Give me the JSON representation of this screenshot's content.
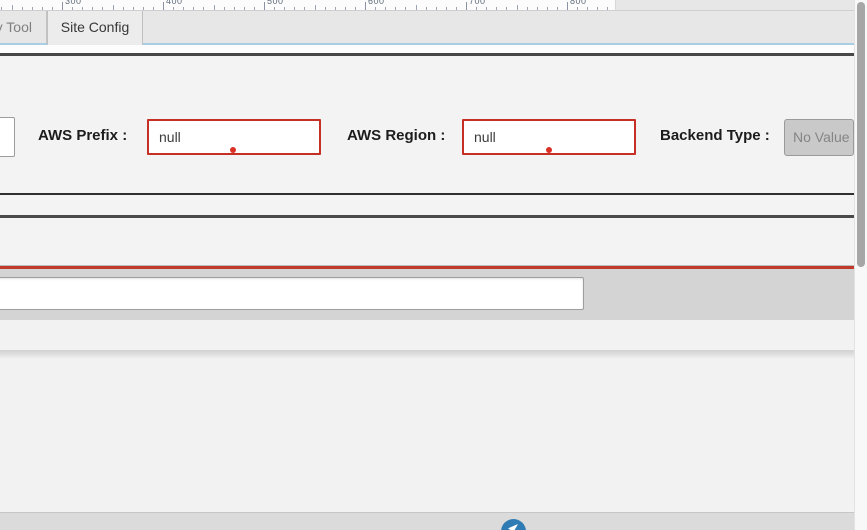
{
  "ruler": {
    "labels": [
      "300",
      "400",
      "500",
      "600",
      "700",
      "800"
    ]
  },
  "tabs": [
    {
      "label": "y Tool",
      "active": false
    },
    {
      "label": "Site Config",
      "active": true
    }
  ],
  "form": {
    "aws_prefix": {
      "label": "AWS Prefix :",
      "value": "null"
    },
    "aws_region": {
      "label": "AWS Region :",
      "value": "null"
    },
    "backend_type": {
      "label": "Backend Type :",
      "value": "No Value"
    }
  },
  "bottom_input": {
    "value": ""
  },
  "colors": {
    "error_border": "#c62f26",
    "error_dot": "#da3025",
    "red_separator": "#c0392b",
    "tab_accent_blue": "#a8cee4",
    "fab_blue": "#2f7cb4",
    "disabled_bg": "#c9c9c9"
  }
}
